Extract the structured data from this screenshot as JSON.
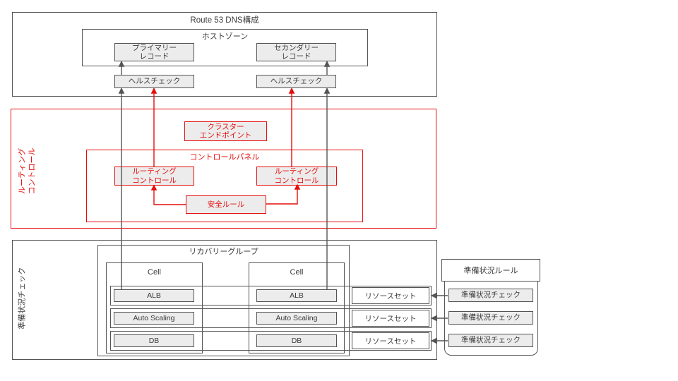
{
  "colors": {
    "accent_red": "#e60d0d",
    "box_border": "#545454",
    "box_fill": "#ececec",
    "text": "#3a3a3a",
    "arrow_gray": "#555555"
  },
  "dns": {
    "title": "Route 53 DNS構成",
    "hosted_zone_label": "ホストゾーン",
    "primary_record": [
      "プライマリー",
      "レコード"
    ],
    "secondary_record": [
      "セカンダリー",
      "レコード"
    ],
    "health_check_left": "ヘルスチェック",
    "health_check_right": "ヘルスチェック"
  },
  "routing": {
    "side_label": [
      "ルーティング",
      "コントロール"
    ],
    "cluster_endpoint": [
      "クラスター",
      "エンドポイント"
    ],
    "control_panel_label": "コントロールパネル",
    "routing_control_left": [
      "ルーティング",
      "コントロール"
    ],
    "routing_control_right": [
      "ルーティング",
      "コントロール"
    ],
    "safety_rule": "安全ルール"
  },
  "readiness": {
    "side_label": "準備状況チェック",
    "recovery_group_label": "リカバリーグループ",
    "cells": [
      {
        "label": "Cell",
        "items": [
          "ALB",
          "Auto Scaling",
          "DB"
        ]
      },
      {
        "label": "Cell",
        "items": [
          "ALB",
          "Auto Scaling",
          "DB"
        ]
      }
    ],
    "resource_sets": [
      "リソースセット",
      "リソースセット",
      "リソースセット"
    ],
    "readiness_rule_label": "準備状況ルール",
    "readiness_checks": [
      "準備状況チェック",
      "準備状況チェック",
      "準備状況チェック"
    ]
  }
}
